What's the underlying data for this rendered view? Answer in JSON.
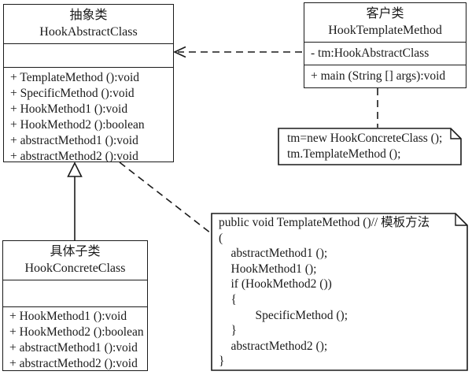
{
  "colors": {
    "line": "#1a1a1a",
    "background": "#ffffff"
  },
  "abstract_class": {
    "title": "抽象类",
    "name": "HookAbstractClass",
    "methods": [
      "+ TemplateMethod ():void",
      "+ SpecificMethod ():void",
      "+ HookMethod1 ():void",
      "+ HookMethod2 ():boolean",
      "+ abstractMethod1 ():void",
      "+ abstractMethod2 ():void"
    ]
  },
  "client_class": {
    "title": "客户类",
    "name": "HookTemplateMethod",
    "attributes": [
      "- tm:HookAbstractClass"
    ],
    "methods": [
      "+ main (String [] args):void"
    ]
  },
  "concrete_class": {
    "title": "具体子类",
    "name": "HookConcreteClass",
    "methods": [
      "+ HookMethod1 ():void",
      "+ HookMethod2 ():boolean",
      "+ abstractMethod1 ():void",
      "+ abstractMethod2 ():void"
    ]
  },
  "client_note": {
    "lines": [
      "tm=new HookConcreteClass ();",
      "tm.TemplateMethod ();"
    ]
  },
  "template_note": {
    "lines": [
      "public void TemplateMethod ()// 模板方法",
      "(",
      "    abstractMethod1 ();",
      "    HookMethod1 ();",
      "    if (HookMethod2 ())",
      "    {",
      "            SpecificMethod ();",
      "    }",
      "    abstractMethod2 ();",
      "}"
    ]
  }
}
